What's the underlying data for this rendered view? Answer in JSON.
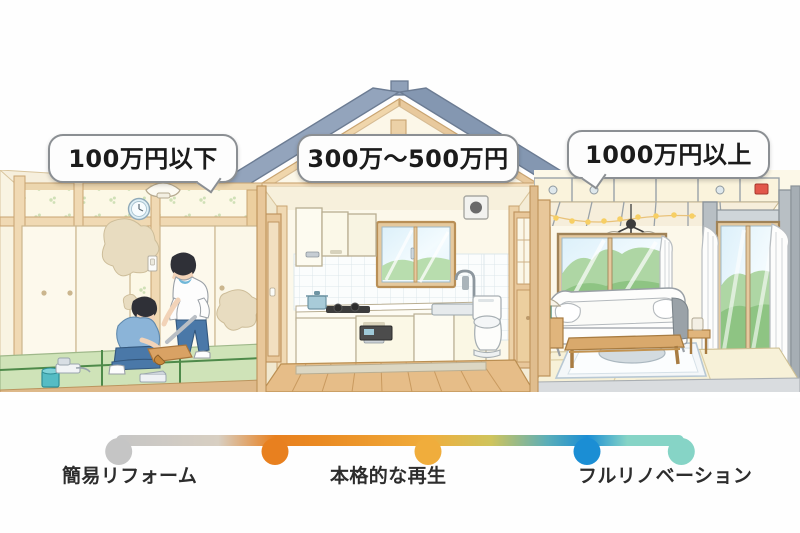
{
  "page": {
    "title": "リフォーム費用の目安",
    "background_color": "#ffffff"
  },
  "callouts": [
    {
      "id": "low",
      "label": "100万円以下",
      "panel": "simple-reform"
    },
    {
      "id": "mid",
      "label": "300万〜500万円",
      "panel": "full-scale-regeneration"
    },
    {
      "id": "high",
      "label": "1000万円以上",
      "panel": "full-renovation"
    }
  ],
  "panels": [
    {
      "id": "simple-reform",
      "name": "和室DIYリフォーム",
      "description": "畳の和室で二人が床材の補修作業をしている。花柄の壁紙にシミ、襖、掛け時計、ペンダントライト、ペンキ缶と工具。"
    },
    {
      "id": "full-scale-regeneration",
      "name": "キッチン・水まわり更新",
      "description": "新しいシステムキッチン、吊戸棚、ガスコンロ、窓、換気扇、洋式トイレ、無垢フローリング。"
    },
    {
      "id": "full-renovation",
      "name": "LDKフルリノベーション",
      "description": "大開口の掃き出し窓、白いソファ、木製ローテーブル、ラグ、シャンデリア、レースカーテン、欄間付き天井。"
    }
  ],
  "scale": {
    "stops": [
      {
        "label": "簡易リフォーム",
        "color": "#c5c5c5",
        "position_pct": 0
      },
      {
        "label": "",
        "color": "#e8801f",
        "position_pct": 28
      },
      {
        "label": "本格的な再生",
        "color": "#f0ad3c",
        "position_pct": 55
      },
      {
        "label": "",
        "color": "#1b8ed4",
        "position_pct": 83
      },
      {
        "label": "フルリノベーション",
        "color": "#86d4c6",
        "position_pct": 100
      }
    ],
    "gradient": "linear-gradient(to right, #c5c5c5 0%, #d8cfc2 18%, #e8801f 28%, #ea8a22 36%, #f0ad3c 55%, #cfc45c 66%, #5aaeb9 76%, #1b8ed4 83%, #86d4c6 90%, #86d4c6 100%)",
    "labels": [
      "簡易リフォーム",
      "本格的な再生",
      "フルリノベーション"
    ]
  },
  "colors": {
    "bubble_border": "#8b8f93",
    "bubble_fill": "#fdfdfd",
    "text": "#1b1b1b",
    "legend_text": "#2d2d2d",
    "roof_tile": "#8fa0b8",
    "wood_frame": "#e8c79a",
    "tatami": "#cfe3b8",
    "wall_cream": "#fbf6e4"
  }
}
